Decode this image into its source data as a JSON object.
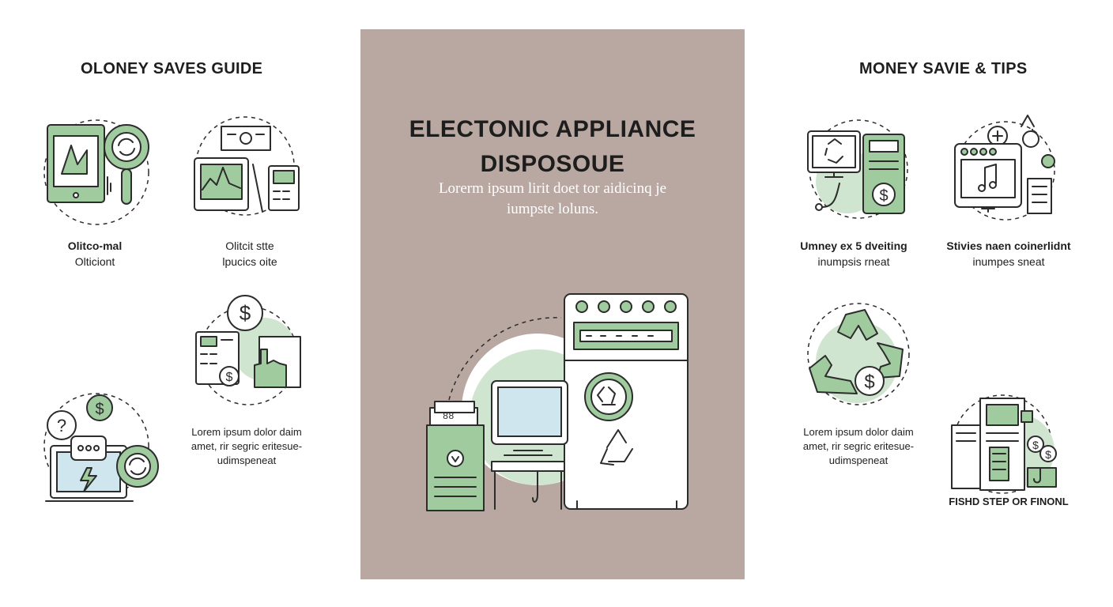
{
  "left": {
    "heading": "OLONEY SAVES GUIDE",
    "items": [
      {
        "line1": "Olitco-mal",
        "line2": "Olticiont"
      },
      {
        "line1": "Olitcit stte",
        "line2": "lpucics oite"
      }
    ],
    "paragraph": {
      "line1": "Lorem ipsum dolor daim",
      "line2": "amet, rir segric eritesue-",
      "line3": "udimspeneat"
    }
  },
  "center": {
    "title_line1": "ELECTONIC APPLIANCE",
    "title_line2": "DISPOSOUE",
    "subtitle_line1": "Lorerm ipsum lirit doet tor aidicinq je",
    "subtitle_line2": "iumpste loluns."
  },
  "right": {
    "heading": "MONEY SAVIE & TIPS",
    "items": [
      {
        "line1": "Umney ex 5 dveiting",
        "line2": "inumpsis rneat"
      },
      {
        "line1": "Stivies naen coinerlidnt",
        "line2": "inumpes sneat"
      }
    ],
    "paragraph": {
      "line1": "Lorem ipsum dolor daim",
      "line2": "amet, rir segric eritesue-",
      "line3": "udimspeneat"
    },
    "final_label": "FISHD STEP OR FINONL"
  },
  "colors": {
    "panel": "#b9a8a2",
    "accent_green": "#9fcb9f",
    "light_green": "#cfe5cf"
  },
  "icons": [
    "tablet-search-icon",
    "monitor-tools-icon",
    "dollar-hand-icon",
    "laptop-refresh-icon",
    "recycle-monitor-icon",
    "music-monitor-icon",
    "recycle-dollar-icon",
    "documents-dollar-icon"
  ]
}
